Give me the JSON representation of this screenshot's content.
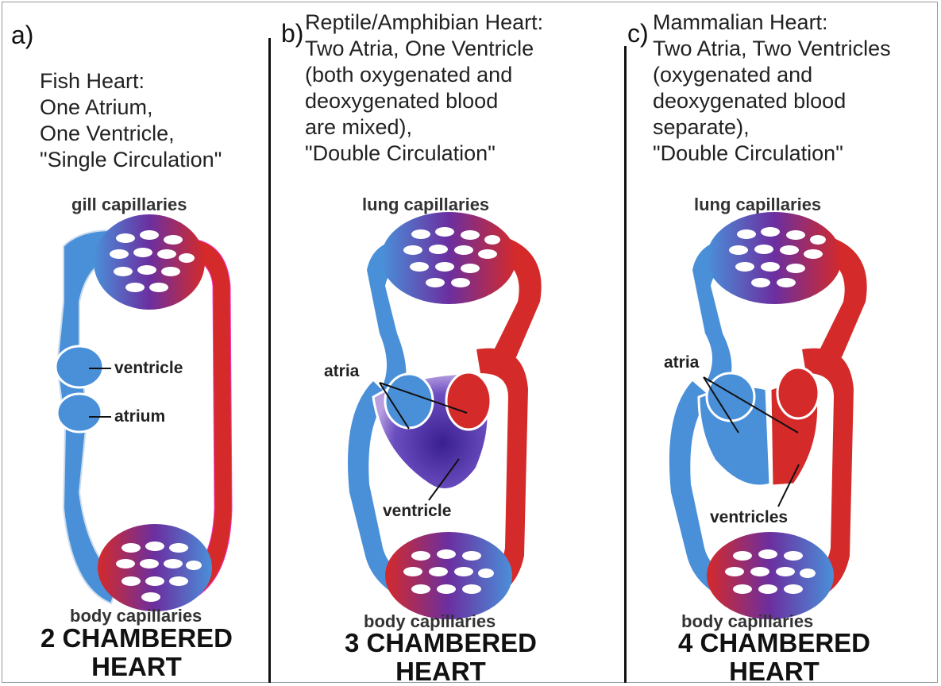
{
  "panels": [
    {
      "letter": "a)",
      "description": "Fish Heart:\nOne Atrium,\nOne Ventricle,\n\"Single Circulation\"",
      "top_capillaries": "gill capillaries",
      "bottom_capillaries": "body capillaries",
      "labels": [
        "ventricle",
        "atrium"
      ],
      "chamber_title": "2 CHAMBERED\nHEART"
    },
    {
      "letter": "b)",
      "description": "Reptile/Amphibian Heart:\nTwo  Atria, One Ventricle\n(both oxygenated and\ndeoxygenated blood\nare mixed),\n\"Double Circulation\"",
      "top_capillaries": "lung capillaries",
      "bottom_capillaries": "body capillaries",
      "labels": [
        "atria",
        "ventricle"
      ],
      "chamber_title": "3 CHAMBERED\nHEART"
    },
    {
      "letter": "c)",
      "description": "Mammalian Heart:\nTwo  Atria, Two Ventricles\n(oxygenated and\ndeoxygenated blood\nseparate),\n\"Double Circulation\"",
      "top_capillaries": "lung capillaries",
      "bottom_capillaries": "body capillaries",
      "labels": [
        "atria",
        "ventricles"
      ],
      "chamber_title": "4 CHAMBERED\nHEART"
    }
  ],
  "colors": {
    "oxygenated": "#d42a2a",
    "deoxygenated": "#4a90d9",
    "mixed": "#6b2fa0"
  }
}
